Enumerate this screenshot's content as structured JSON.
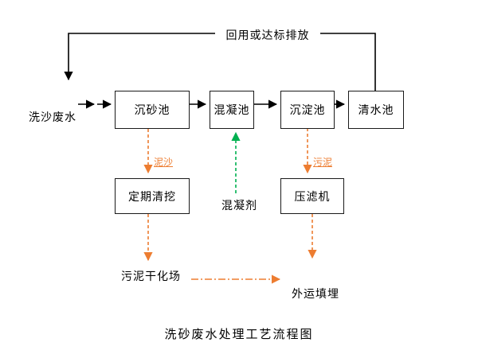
{
  "diagram": {
    "title": "洗砂废水处理工艺流程图",
    "top_loop_label": "回用或达标排放",
    "input_label": "洗沙废水",
    "process_boxes": [
      {
        "id": "grit-chamber",
        "label": "沉砂池"
      },
      {
        "id": "coagulation-tank",
        "label": "混凝池"
      },
      {
        "id": "sedimentation-tank",
        "label": "沉淀池"
      },
      {
        "id": "clean-water-tank",
        "label": "清水池"
      }
    ],
    "side_boxes": [
      {
        "id": "periodic-dredging",
        "label": "定期清挖"
      },
      {
        "id": "filter-press",
        "label": "压滤机"
      }
    ],
    "flow_labels": {
      "sediment": "泥沙",
      "sludge": "污泥",
      "coagulant": "混凝剂",
      "sludge_drying_yard": "污泥干化场",
      "offsite_landfill": "外运填埋"
    }
  },
  "colors": {
    "arrow-black": "#000000",
    "arrow-orange": "#ED7D31",
    "arrow-green": "#00B050",
    "box-border": "#1a1a1a"
  }
}
